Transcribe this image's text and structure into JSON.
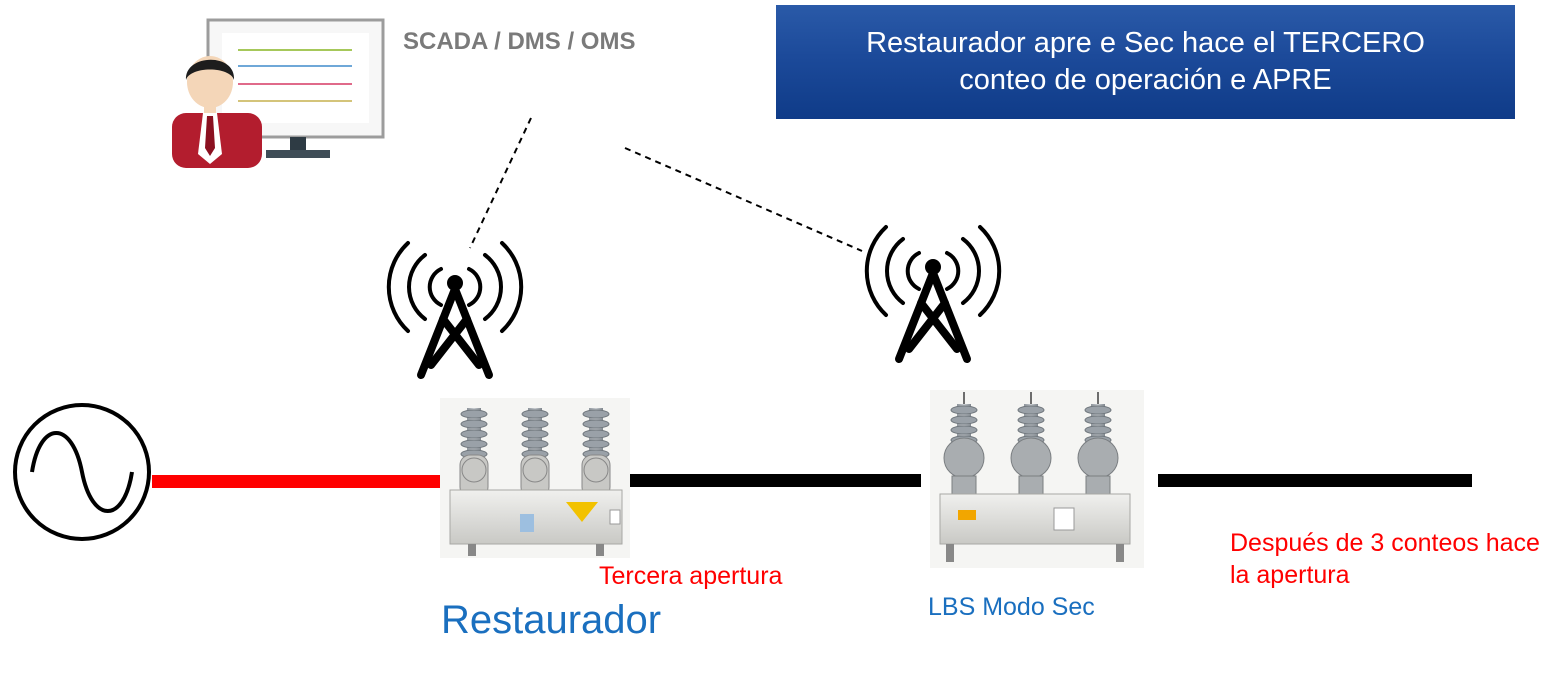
{
  "scada": {
    "label": "SCADA / DMS / OMS"
  },
  "banner": {
    "text": "Restaurador apre e Sec hace el TERCERO conteo de operación e APRE"
  },
  "labels": {
    "tercera": "Tercera apertura",
    "despues": "Después de 3 conteos hace la apertura",
    "lbs": "LBS Modo Sec",
    "restaurador": "Restaurador"
  },
  "colors": {
    "energized_line": "#ff0000",
    "deenergized_line": "#000000",
    "banner_bg": "#1c4a9a",
    "note_red": "#ff0000",
    "label_blue": "#1a6fbf"
  },
  "icons": [
    "operator-workstation-icon",
    "radio-tower-icon",
    "ac-source-icon",
    "recloser-image",
    "lbs-switch-image"
  ]
}
